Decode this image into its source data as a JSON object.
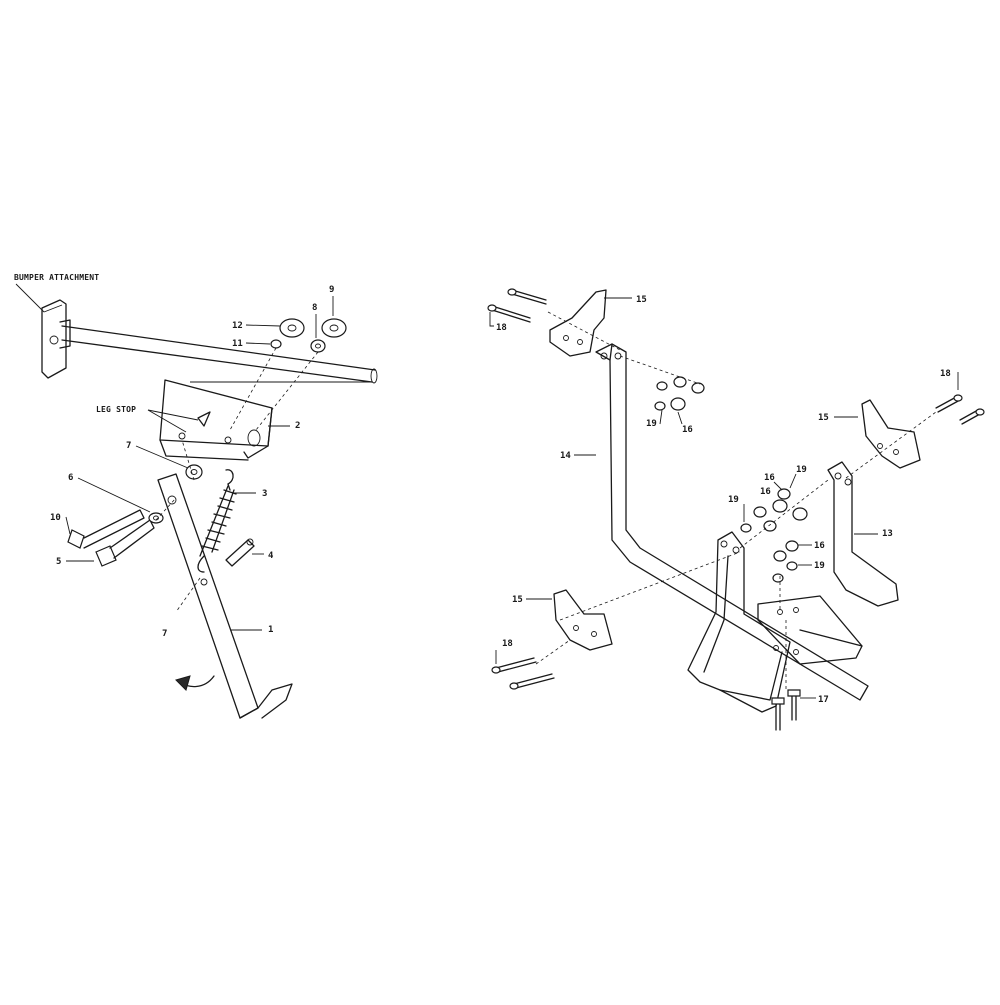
{
  "left_assembly": {
    "captions": {
      "bumper_attachment": "BUMPER ATTACHMENT",
      "leg_stop": "LEG STOP"
    },
    "callouts": {
      "n1": "1",
      "n2": "2",
      "n3": "3",
      "n4": "4",
      "n5": "5",
      "n6": "6",
      "n7a": "7",
      "n7b": "7",
      "n8": "8",
      "n9": "9",
      "n10": "10",
      "n11": "11",
      "n12": "12"
    }
  },
  "right_assembly": {
    "callouts": {
      "n13": "13",
      "n14": "14",
      "n15a": "15",
      "n15b": "15",
      "n15c": "15",
      "n16a": "16",
      "n16b": "16",
      "n16c": "16",
      "n16d": "16",
      "n17": "17",
      "n18a": "18",
      "n18b": "18",
      "n18c": "18",
      "n19a": "19",
      "n19b": "19",
      "n19c": "19",
      "n19d": "19"
    }
  }
}
